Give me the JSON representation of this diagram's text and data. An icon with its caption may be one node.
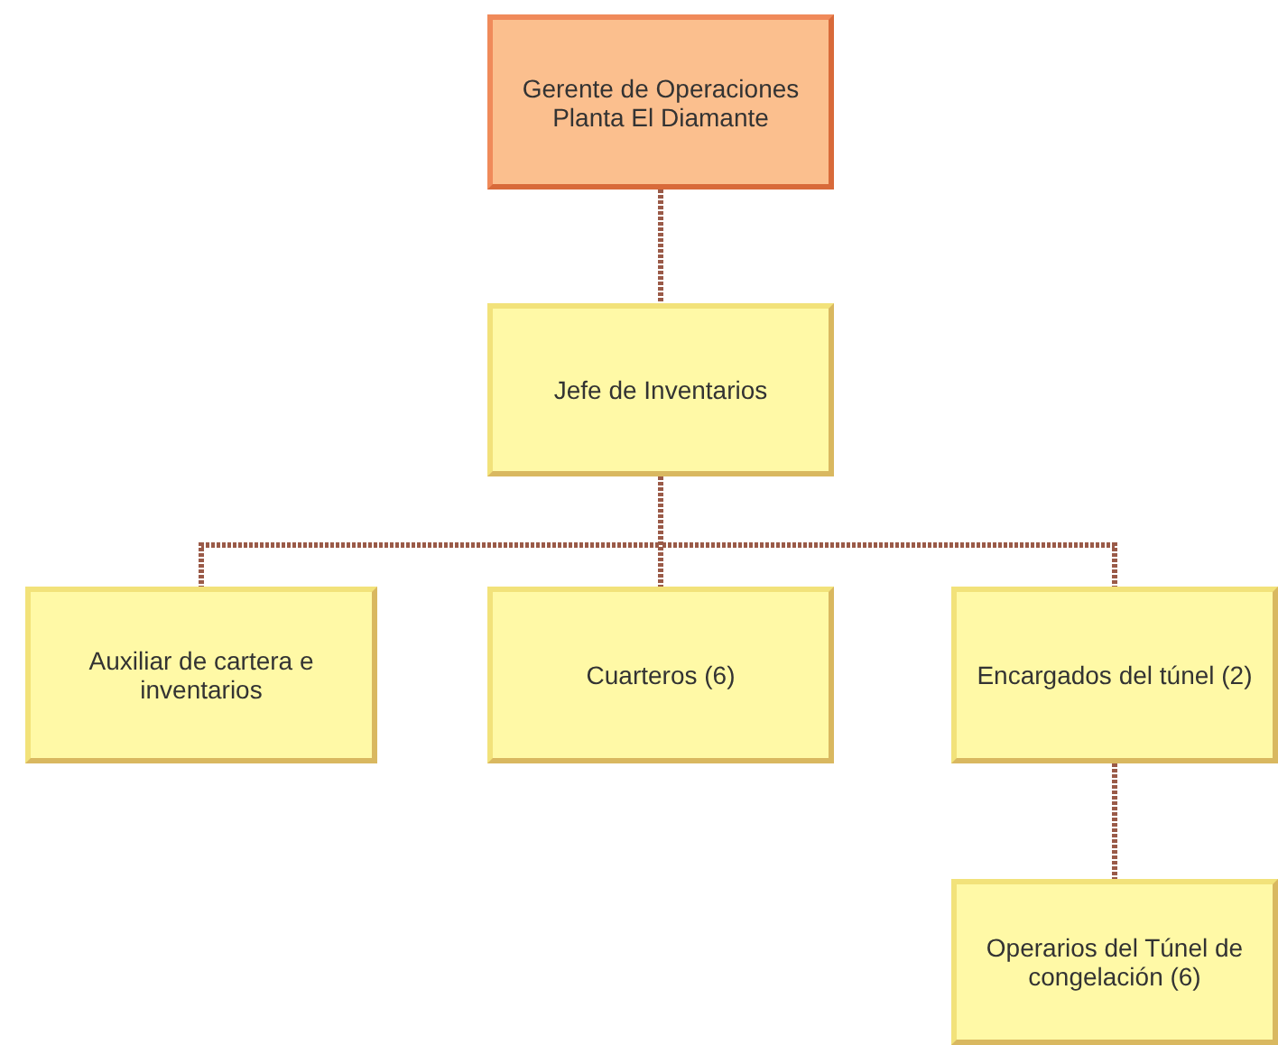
{
  "diagram": {
    "nodes": [
      {
        "text": [
          "Gerente de Operaciones Planta El Diamante"
        ]
      },
      {
        "text": [
          "Jefe de Inventarios"
        ]
      },
      {
        "text": [
          "Auxiliar de cartera e inventarios"
        ]
      },
      {
        "text": [
          "Cuarteros (6)"
        ]
      },
      {
        "text": [
          "Encargados del túnel (2)"
        ]
      },
      {
        "text": [
          "Operarios del Túnel de congelación (6)"
        ]
      }
    ],
    "edges": [
      {
        "from": 0,
        "to": 1,
        "arrow": "none"
      },
      {
        "from": 1,
        "to": 2,
        "arrow": "none"
      },
      {
        "from": 1,
        "to": 3,
        "arrow": "none"
      },
      {
        "from": 1,
        "to": 4,
        "arrow": "none"
      },
      {
        "from": 4,
        "to": 5,
        "arrow": "none"
      }
    ]
  }
}
